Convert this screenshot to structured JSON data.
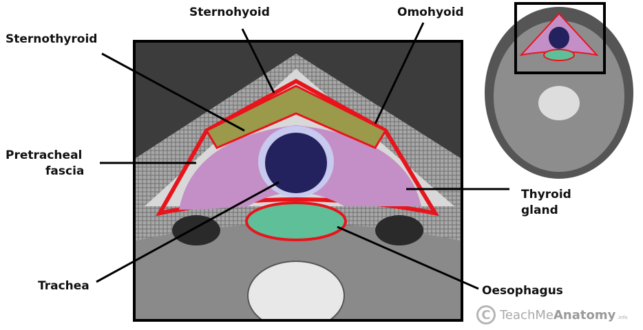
{
  "labels": {
    "sternohyoid": "Sternohyoid",
    "omohyoid": "Omohyoid",
    "sternothyroid": "Sternothyroid",
    "pretracheal_1": "Pretracheal",
    "pretracheal_2": "fascia",
    "thyroid_1": "Thyroid",
    "thyroid_2": "gland",
    "trachea": "Trachea",
    "oesophagus": "Oesophagus"
  },
  "logo": {
    "symbol": "C",
    "teach": "TeachMe",
    "anatomy": "Anatomy",
    "suffix": ".info"
  },
  "colors": {
    "fascia": "#e8141c",
    "thyroid": "#c48fc6",
    "trachea": "#23225e",
    "oesophagus": "#5fbf98",
    "muscle": "#9b9a4a"
  }
}
